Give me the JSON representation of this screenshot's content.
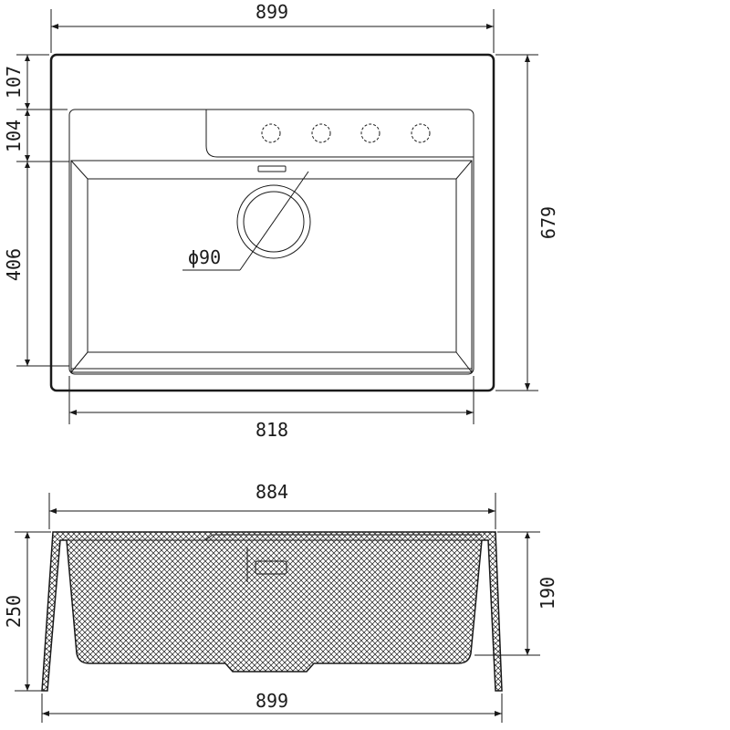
{
  "top_view": {
    "overall_width": "899",
    "bowl_width": "818",
    "overall_depth": "679",
    "rim_depth": "107",
    "ledge_depth": "104",
    "bowl_depth": "406",
    "drain_diameter": "ϕ90"
  },
  "section_view": {
    "top_width": "884",
    "bottom_width": "899",
    "total_height": "250",
    "bowl_height": "190"
  }
}
